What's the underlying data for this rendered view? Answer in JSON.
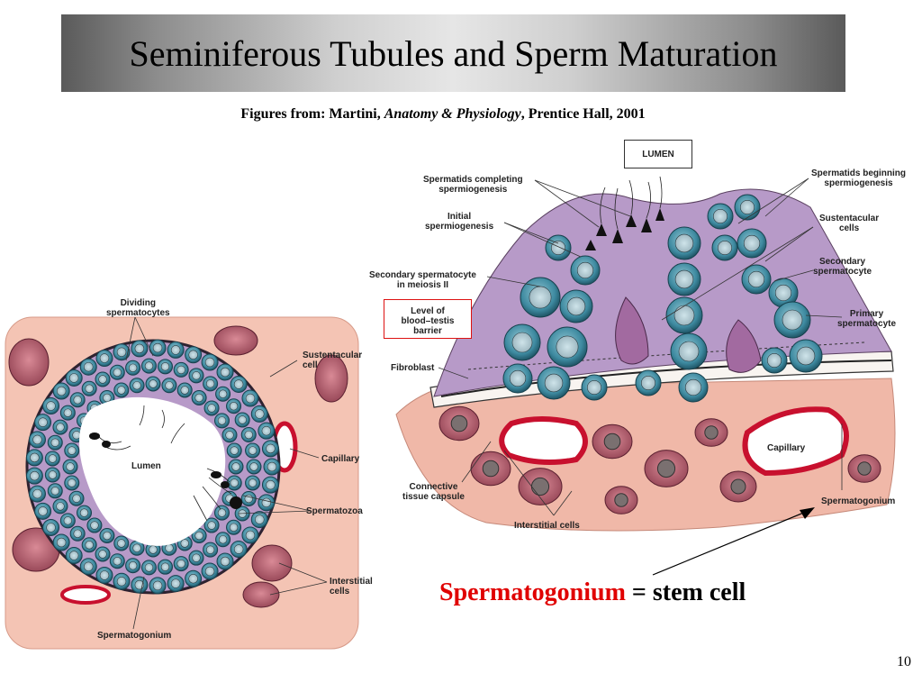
{
  "slide": {
    "title": "Seminiferous Tubules and Sperm Maturation",
    "credit_prefix": "Figures from: Martini, ",
    "credit_book": "Anatomy & Physiology",
    "credit_suffix": ", Prentice Hall, 2001",
    "caption_term": "Spermatogonium",
    "caption_rest": " = stem cell",
    "page_number": "10"
  },
  "left_figure": {
    "labels": {
      "dividing": "Dividing\nspermatocytes",
      "sustentacular": "Sustentacular\ncell",
      "capillary": "Capillary",
      "lumen": "Lumen",
      "spermatozoa": "Spermatozoa",
      "interstitial": "Interstitial\ncells",
      "spermatogonium": "Spermatogonium"
    }
  },
  "right_figure": {
    "labels": {
      "lumen": "LUMEN",
      "completing": "Spermatids completing\nspermiogenesis",
      "beginning": "Spermatids beginning\nspermiogenesis",
      "initial": "Initial\nspermiogenesis",
      "sustentacular": "Sustentacular\ncells",
      "secondary_meiosis": "Secondary spermatocyte\nin meiosis II",
      "secondary": "Secondary\nspermatocyte",
      "barrier": "Level of\nblood–testis\nbarrier",
      "primary": "Primary\nspermatocyte",
      "fibroblast": "Fibroblast",
      "capillary": "Capillary",
      "connective": "Connective\ntissue capsule",
      "spermatogonium": "Spermatogonium",
      "interstitial": "Interstitial cells"
    }
  },
  "colors": {
    "title_gradient_center": "#e6e6e6",
    "title_gradient_edge": "#5a5a5a",
    "caption_term": "#e00000",
    "cell_teal": "#3e8aa0",
    "cytoplasm_purple": "#b29ac8",
    "connective_pink": "#f2c0b0",
    "capillary_red": "#c8102e"
  }
}
